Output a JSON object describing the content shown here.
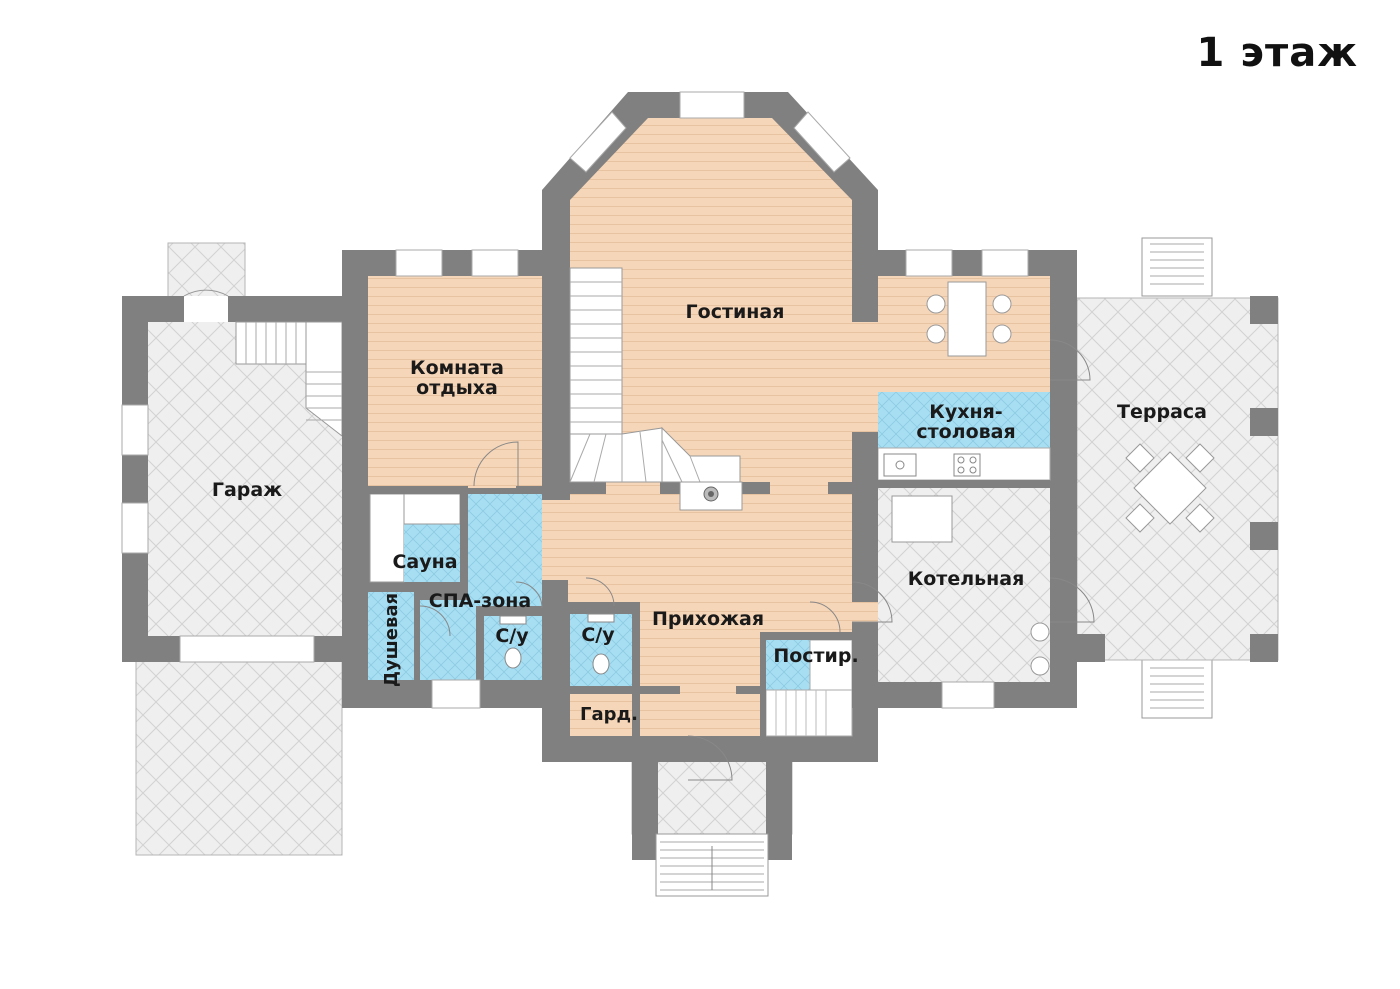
{
  "floor_title": "1 этаж",
  "rooms": {
    "living": "Гостиная",
    "rest_line1": "Комната",
    "rest_line2": "отдыха",
    "garage": "Гараж",
    "kitchen_line1": "Кухня-",
    "kitchen_line2": "столовая",
    "terrace": "Терраса",
    "boiler": "Котельная",
    "sauna": "Сауна",
    "spa": "СПА-зона",
    "shower": "Душевая",
    "wc1": "С/у",
    "wc2": "С/у",
    "hall": "Прихожая",
    "laundry": "Постир.",
    "wardrobe": "Гард."
  },
  "colors": {
    "wall": "#808080",
    "warm_floor": "#f6d6b8",
    "wet_floor": "#a8def2",
    "tile_floor": "#ececec",
    "window": "#ffffff"
  }
}
